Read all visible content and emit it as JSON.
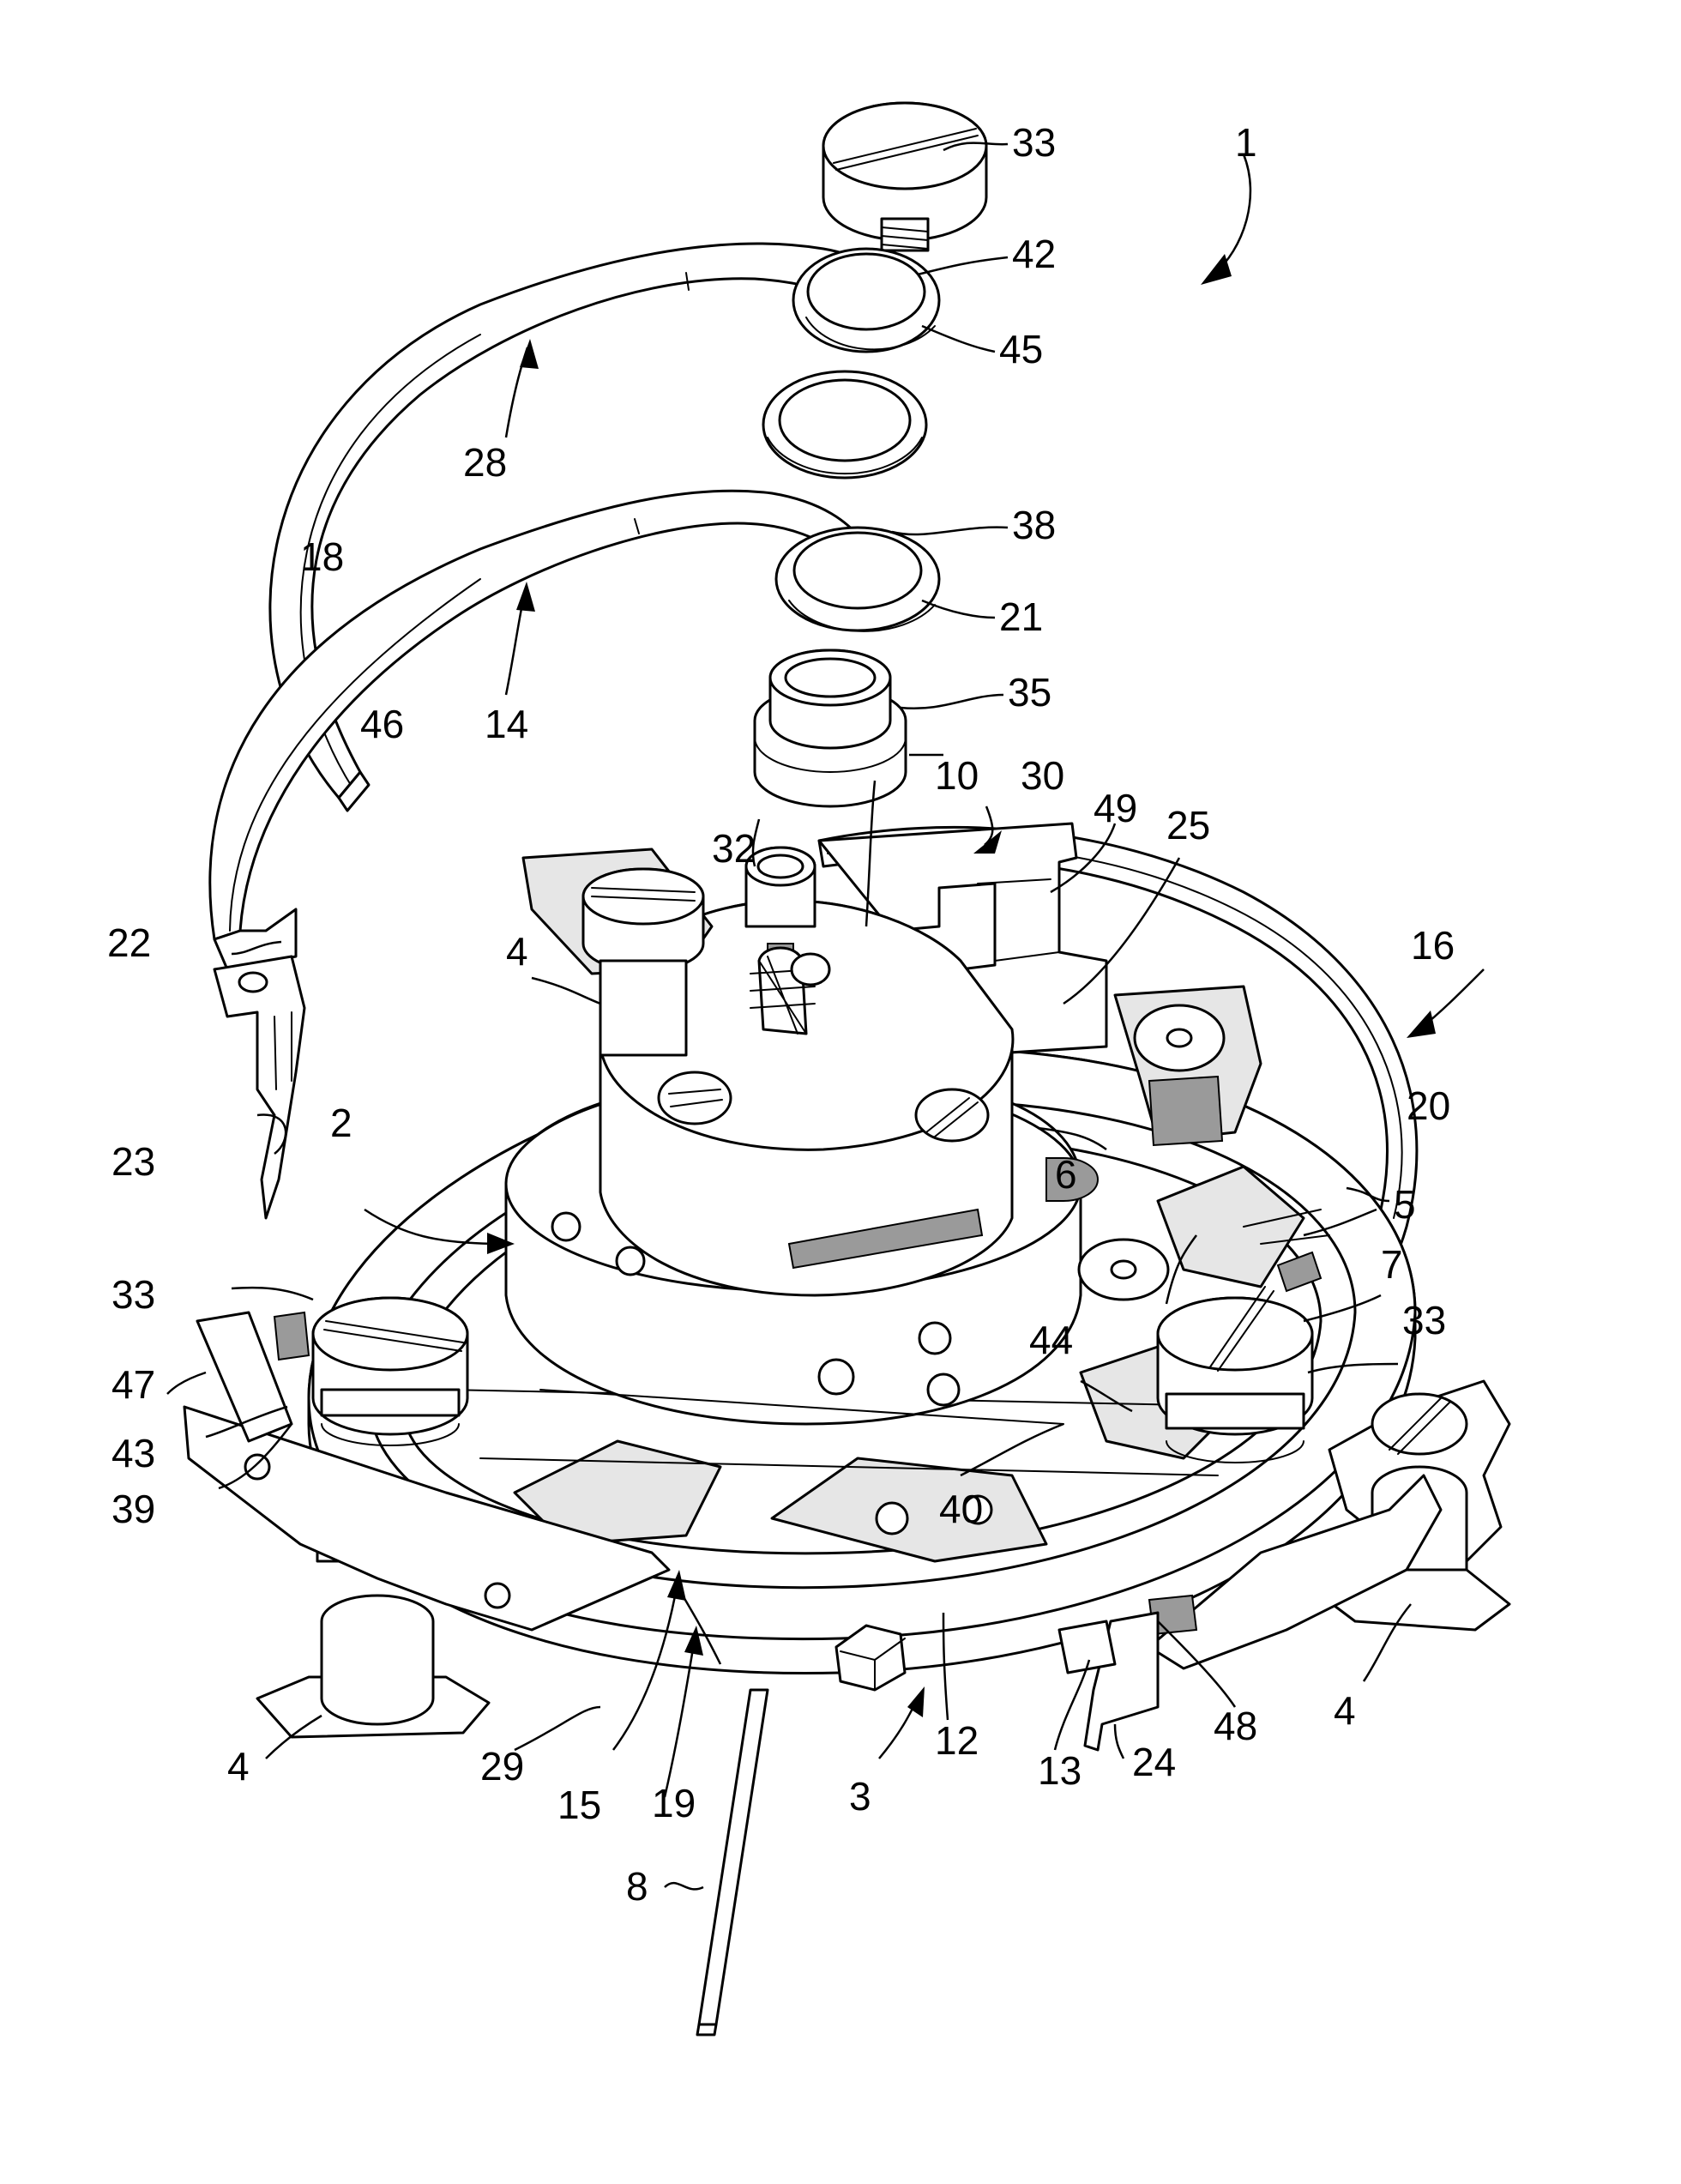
{
  "figure": {
    "labels": [
      {
        "id": "l-33-top",
        "text": "33"
      },
      {
        "id": "l-1",
        "text": "1"
      },
      {
        "id": "l-42",
        "text": "42"
      },
      {
        "id": "l-45",
        "text": "45"
      },
      {
        "id": "l-28",
        "text": "28"
      },
      {
        "id": "l-38",
        "text": "38"
      },
      {
        "id": "l-18",
        "text": "18"
      },
      {
        "id": "l-21",
        "text": "21"
      },
      {
        "id": "l-46",
        "text": "46"
      },
      {
        "id": "l-14",
        "text": "14"
      },
      {
        "id": "l-35",
        "text": "35"
      },
      {
        "id": "l-10",
        "text": "10"
      },
      {
        "id": "l-30",
        "text": "30"
      },
      {
        "id": "l-32",
        "text": "32"
      },
      {
        "id": "l-49",
        "text": "49"
      },
      {
        "id": "l-25",
        "text": "25"
      },
      {
        "id": "l-22",
        "text": "22"
      },
      {
        "id": "l-16",
        "text": "16"
      },
      {
        "id": "l-4-left",
        "text": "4"
      },
      {
        "id": "l-2",
        "text": "2"
      },
      {
        "id": "l-20",
        "text": "20"
      },
      {
        "id": "l-23",
        "text": "23"
      },
      {
        "id": "l-6",
        "text": "6"
      },
      {
        "id": "l-5",
        "text": "5"
      },
      {
        "id": "l-7",
        "text": "7"
      },
      {
        "id": "l-33-left",
        "text": "33"
      },
      {
        "id": "l-33-right",
        "text": "33"
      },
      {
        "id": "l-44",
        "text": "44"
      },
      {
        "id": "l-47",
        "text": "47"
      },
      {
        "id": "l-43",
        "text": "43"
      },
      {
        "id": "l-39",
        "text": "39"
      },
      {
        "id": "l-40",
        "text": "40"
      },
      {
        "id": "l-4-right",
        "text": "4"
      },
      {
        "id": "l-48",
        "text": "48"
      },
      {
        "id": "l-24",
        "text": "24"
      },
      {
        "id": "l-13",
        "text": "13"
      },
      {
        "id": "l-12",
        "text": "12"
      },
      {
        "id": "l-4-bottom",
        "text": "4"
      },
      {
        "id": "l-29",
        "text": "29"
      },
      {
        "id": "l-15",
        "text": "15"
      },
      {
        "id": "l-19",
        "text": "19"
      },
      {
        "id": "l-3",
        "text": "3"
      },
      {
        "id": "l-8",
        "text": "8"
      }
    ]
  }
}
